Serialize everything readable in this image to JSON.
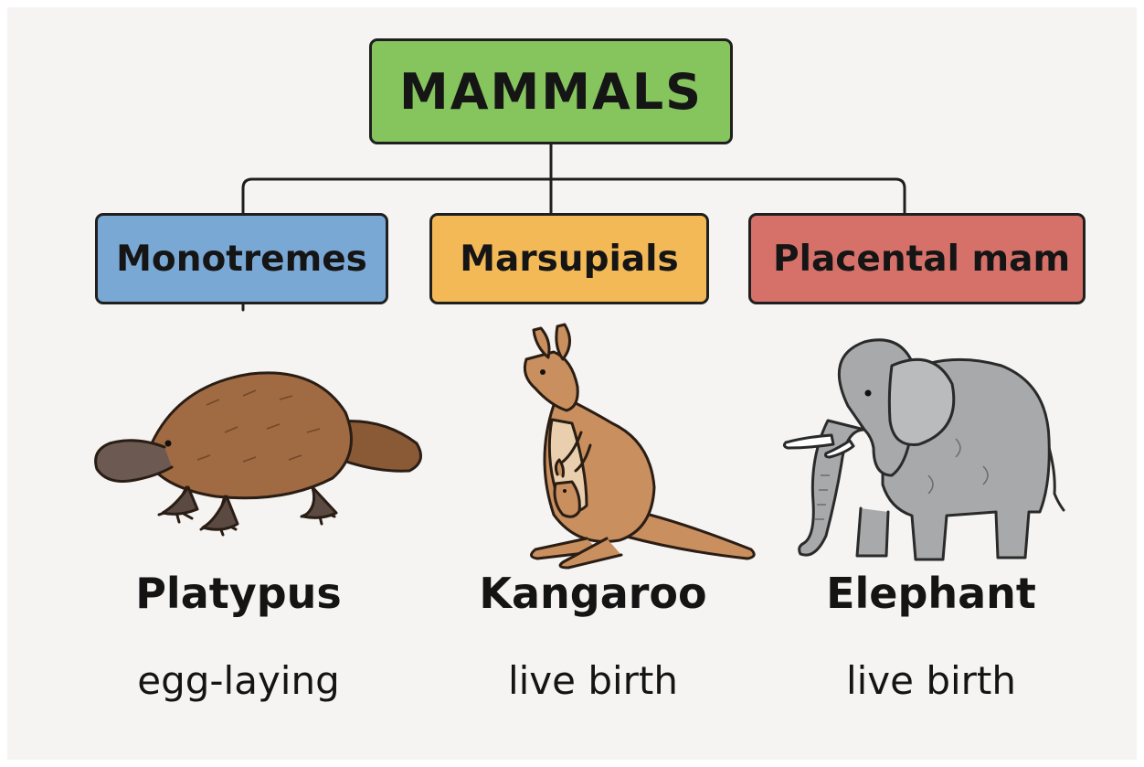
{
  "root": {
    "label": "MAMMALS",
    "color": "#86c45e"
  },
  "categories": [
    {
      "label": "Monotremes",
      "color": "#7aa8d4"
    },
    {
      "label": "Marsupials",
      "color": "#f4b957"
    },
    {
      "label": "Placental mam",
      "color": "#d6716a"
    }
  ],
  "animals": [
    {
      "name": "Platypus",
      "trait": "egg-laying",
      "icon": "platypus-illustration"
    },
    {
      "name": "Kangaroo",
      "trait": "live birth",
      "icon": "kangaroo-illustration"
    },
    {
      "name": "Elephant",
      "trait": "live birth",
      "icon": "elephant-illustration"
    }
  ]
}
